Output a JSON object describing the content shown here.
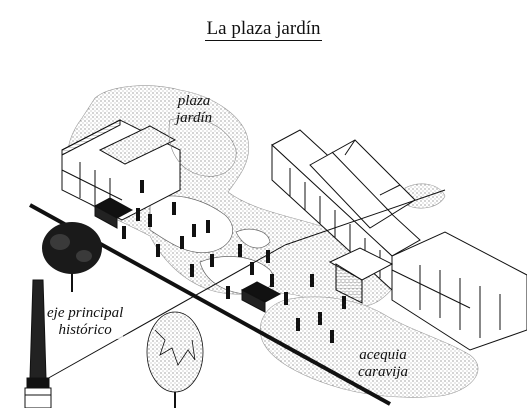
{
  "title": "La plaza jardín",
  "labels": {
    "plaza": [
      "plaza",
      "jardín"
    ],
    "eje": [
      "eje principal",
      "histórico"
    ],
    "acequia": [
      "acequia",
      "caravija"
    ]
  },
  "colors": {
    "ink": "#111111",
    "paper": "#ffffff",
    "stipple": "#8a8a8a"
  }
}
